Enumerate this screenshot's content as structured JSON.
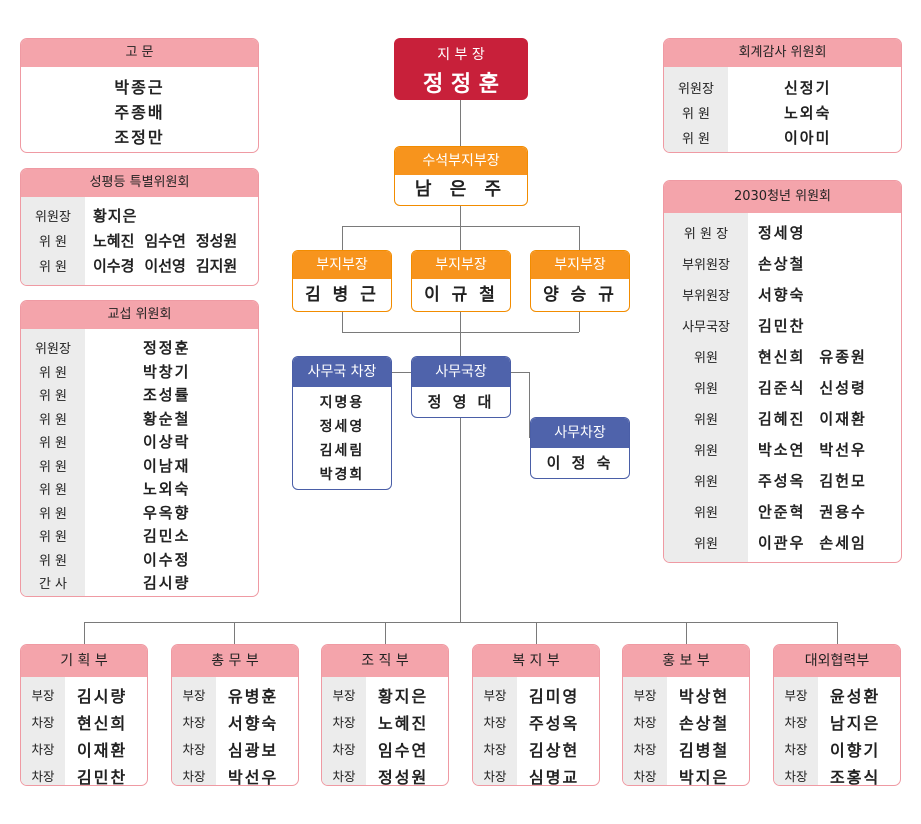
{
  "chief": {
    "title": "지 부 장",
    "name": "정 정 훈"
  },
  "senior_vice": {
    "title": "수석부지부장",
    "name": "남 은 주"
  },
  "vices": [
    {
      "title": "부지부장",
      "name": "김 병 근"
    },
    {
      "title": "부지부장",
      "name": "이 규 철"
    },
    {
      "title": "부지부장",
      "name": "양 승 규"
    }
  ],
  "secretary_general": {
    "title": "사무국장",
    "name": "정 영 대"
  },
  "secretariat_deputy": {
    "title": "사무국 차장",
    "names": [
      "지명용",
      "정세영",
      "김세림",
      "박경희"
    ]
  },
  "office_deputy": {
    "title": "사무차장",
    "name": "이 정 숙"
  },
  "advisors": {
    "title": "고   문",
    "names": [
      "박종근",
      "주종배",
      "조정만"
    ]
  },
  "equality_committee": {
    "title": "성평등 특별위원회",
    "rows": [
      {
        "role": "위원장",
        "names": [
          "황지은"
        ]
      },
      {
        "role": "위   원",
        "names": [
          "노혜진",
          "임수연",
          "정성원"
        ]
      },
      {
        "role": "위   원",
        "names": [
          "이수경",
          "이선영",
          "김지원"
        ]
      }
    ]
  },
  "negotiation_committee": {
    "title": "교섭 위원회",
    "rows": [
      {
        "role": "위원장",
        "name": "정정훈"
      },
      {
        "role": "위  원",
        "name": "박창기"
      },
      {
        "role": "위  원",
        "name": "조성률"
      },
      {
        "role": "위  원",
        "name": "황순철"
      },
      {
        "role": "위  원",
        "name": "이상락"
      },
      {
        "role": "위  원",
        "name": "이남재"
      },
      {
        "role": "위  원",
        "name": "노외숙"
      },
      {
        "role": "위  원",
        "name": "우옥향"
      },
      {
        "role": "위  원",
        "name": "김민소"
      },
      {
        "role": "위  원",
        "name": "이수정"
      },
      {
        "role": "간  사",
        "name": "김시량"
      }
    ]
  },
  "audit_committee": {
    "title": "회계감사 위원회",
    "rows": [
      {
        "role": "위원장",
        "name": "신정기"
      },
      {
        "role": "위  원",
        "name": "노외숙"
      },
      {
        "role": "위  원",
        "name": "이아미"
      }
    ]
  },
  "youth_committee": {
    "title": "2030청년 위원회",
    "rows": [
      {
        "role": "위 원 장",
        "names": [
          "정세영"
        ]
      },
      {
        "role": "부위원장",
        "names": [
          "손상철"
        ]
      },
      {
        "role": "부위원장",
        "names": [
          "서향숙"
        ]
      },
      {
        "role": "사무국장",
        "names": [
          "김민찬"
        ]
      },
      {
        "role": "위원",
        "names": [
          "현신희",
          "유종원"
        ]
      },
      {
        "role": "위원",
        "names": [
          "김준식",
          "신성령"
        ]
      },
      {
        "role": "위원",
        "names": [
          "김혜진",
          "이재환"
        ]
      },
      {
        "role": "위원",
        "names": [
          "박소연",
          "박선우"
        ]
      },
      {
        "role": "위원",
        "names": [
          "주성옥",
          "김헌모"
        ]
      },
      {
        "role": "위원",
        "names": [
          "안준혁",
          "권용수"
        ]
      },
      {
        "role": "위원",
        "names": [
          "이관우",
          "손세임"
        ]
      }
    ]
  },
  "departments": [
    {
      "title": "기 획 부",
      "rows": [
        {
          "role": "부장",
          "name": "김시량"
        },
        {
          "role": "차장",
          "name": "현신희"
        },
        {
          "role": "차장",
          "name": "이재환"
        },
        {
          "role": "차장",
          "name": "김민찬"
        }
      ]
    },
    {
      "title": "총 무 부",
      "rows": [
        {
          "role": "부장",
          "name": "유병훈"
        },
        {
          "role": "차장",
          "name": "서향숙"
        },
        {
          "role": "차장",
          "name": "심광보"
        },
        {
          "role": "차장",
          "name": "박선우"
        }
      ]
    },
    {
      "title": "조 직 부",
      "rows": [
        {
          "role": "부장",
          "name": "황지은"
        },
        {
          "role": "차장",
          "name": "노혜진"
        },
        {
          "role": "차장",
          "name": "임수연"
        },
        {
          "role": "차장",
          "name": "정성원"
        }
      ]
    },
    {
      "title": "복 지 부",
      "rows": [
        {
          "role": "부장",
          "name": "김미영"
        },
        {
          "role": "차장",
          "name": "주성옥"
        },
        {
          "role": "차장",
          "name": "김상현"
        },
        {
          "role": "차장",
          "name": "심명교"
        }
      ]
    },
    {
      "title": "홍 보 부",
      "rows": [
        {
          "role": "부장",
          "name": "박상현"
        },
        {
          "role": "차장",
          "name": "손상철"
        },
        {
          "role": "차장",
          "name": "김병철"
        },
        {
          "role": "차장",
          "name": "박지은"
        }
      ]
    },
    {
      "title": "대외협력부",
      "rows": [
        {
          "role": "부장",
          "name": "윤성환"
        },
        {
          "role": "차장",
          "name": "남지은"
        },
        {
          "role": "차장",
          "name": "이향기"
        },
        {
          "role": "차장",
          "name": "조홍식"
        }
      ]
    }
  ]
}
